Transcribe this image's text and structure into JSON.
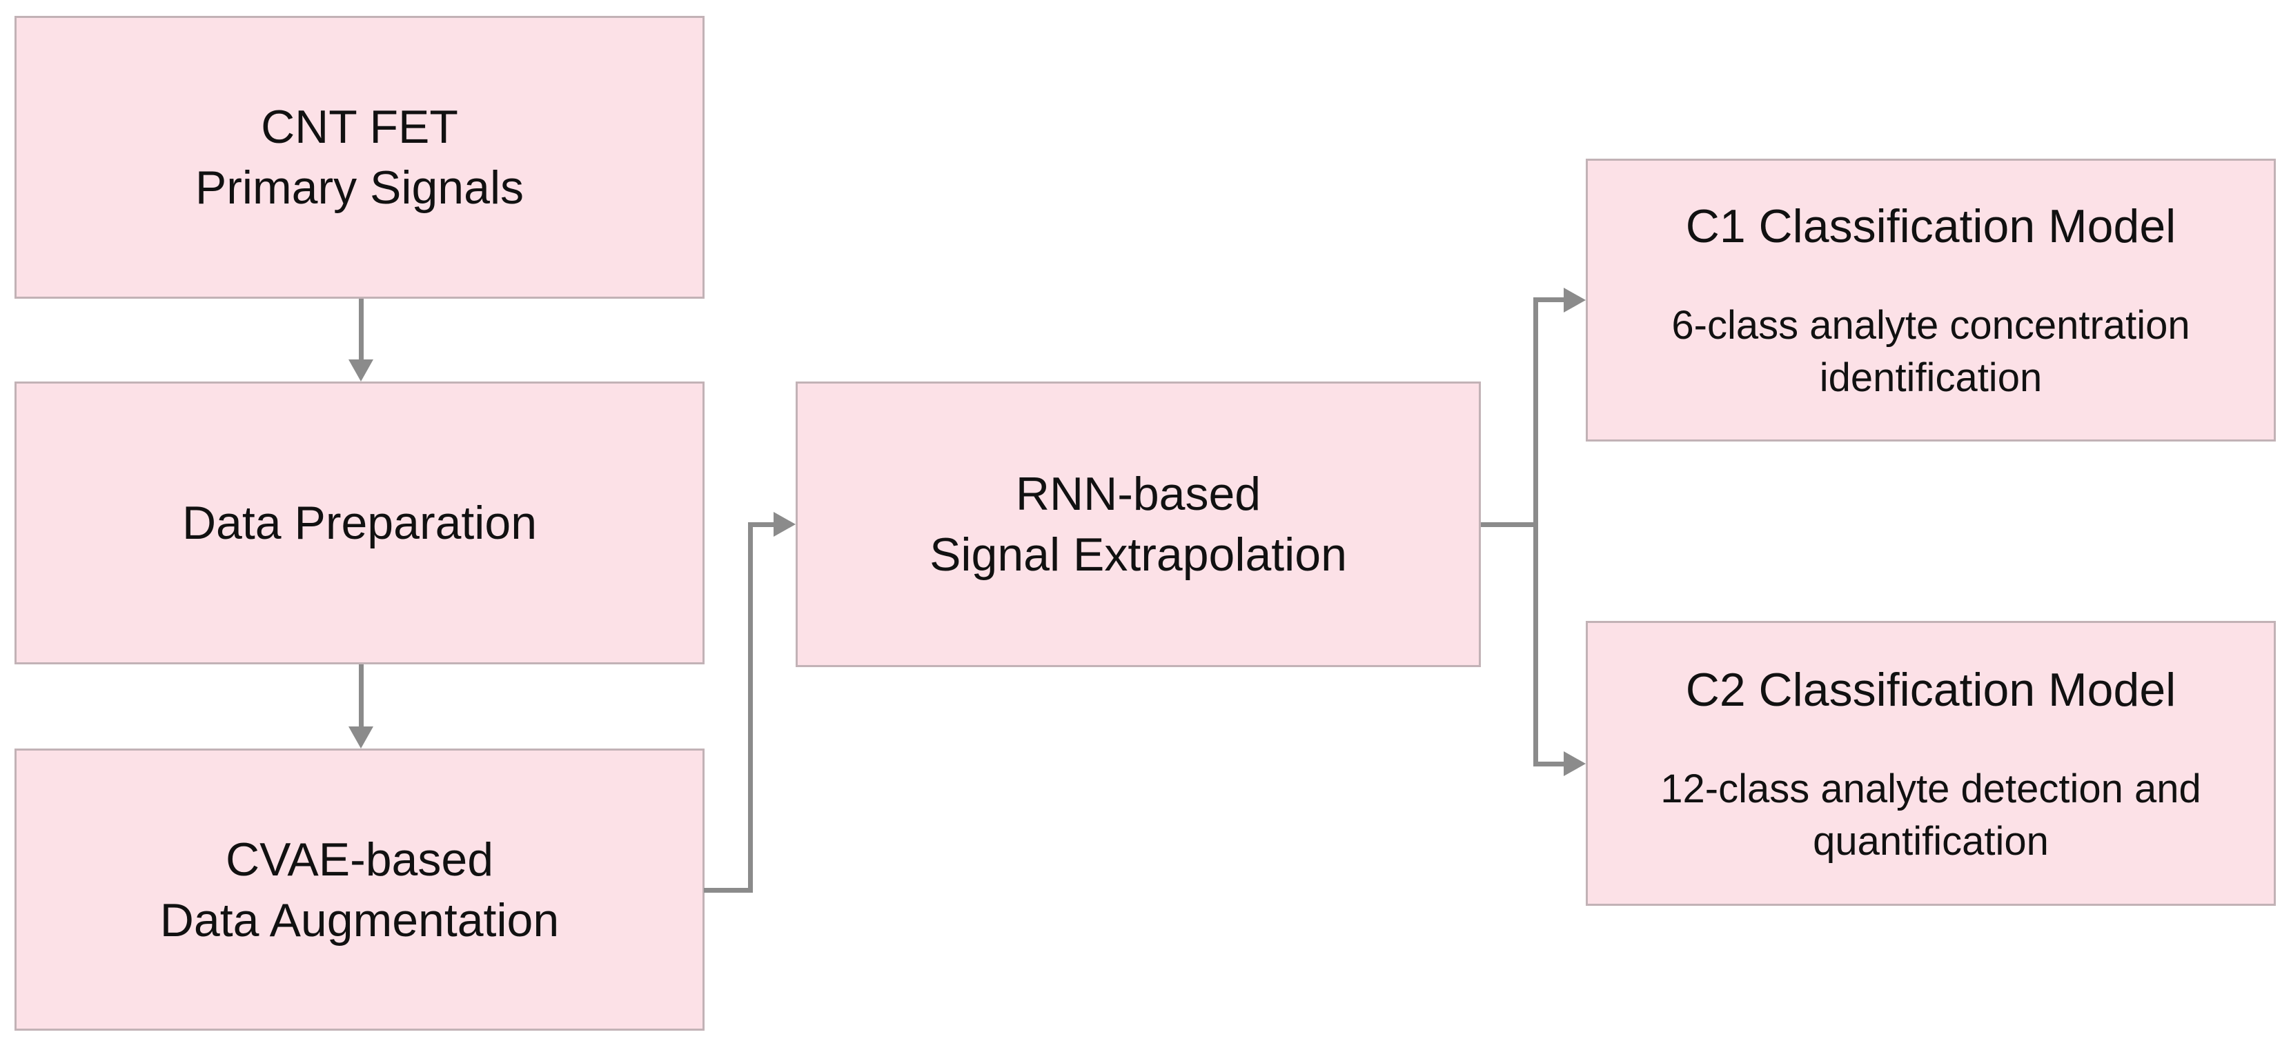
{
  "colors": {
    "background": "#ffffff",
    "box_fill": "#fce1e7",
    "box_border": "#c2b2b6",
    "connector": "#8b8b8b",
    "text": "#111111"
  },
  "boxes": {
    "cnt_fet": {
      "line1": "CNT FET",
      "line2": "Primary Signals"
    },
    "data_preparation": {
      "line1": "Data Preparation"
    },
    "cvae": {
      "line1": "CVAE-based",
      "line2": "Data Augmentation"
    },
    "rnn": {
      "line1": "RNN-based",
      "line2": "Signal Extrapolation"
    },
    "c1": {
      "title": "C1 Classification Model",
      "subtitle": "6-class analyte concentration identification"
    },
    "c2": {
      "title": "C2 Classification Model",
      "subtitle": "12-class analyte detection and quantification"
    }
  }
}
